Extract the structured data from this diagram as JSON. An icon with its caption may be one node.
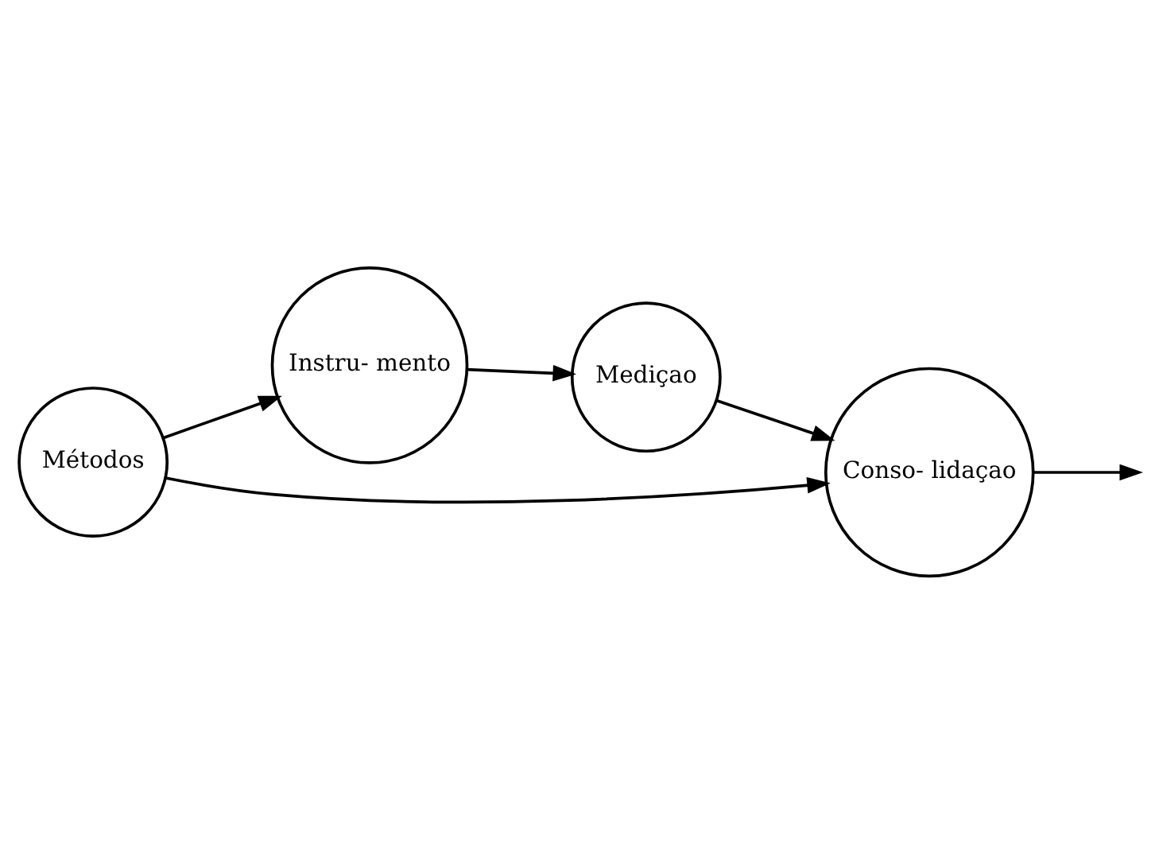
{
  "diagram": {
    "nodes": [
      {
        "text": [
          "Instru- mento"
        ]
      },
      {
        "text": [
          "Métodos"
        ]
      },
      {
        "text": [
          "Mediçao"
        ]
      },
      {
        "text": [
          "Conso- lidaçao"
        ]
      }
    ],
    "edges": [
      {
        "from": 1,
        "to": 0,
        "arrow": "to"
      },
      {
        "from": 0,
        "to": 2,
        "arrow": "to"
      },
      {
        "from": 1,
        "to": 3,
        "arrow": "to"
      },
      {
        "from": 2,
        "to": 3,
        "arrow": "to"
      },
      {
        "from": 3,
        "to": null,
        "arrow": "to"
      }
    ]
  }
}
